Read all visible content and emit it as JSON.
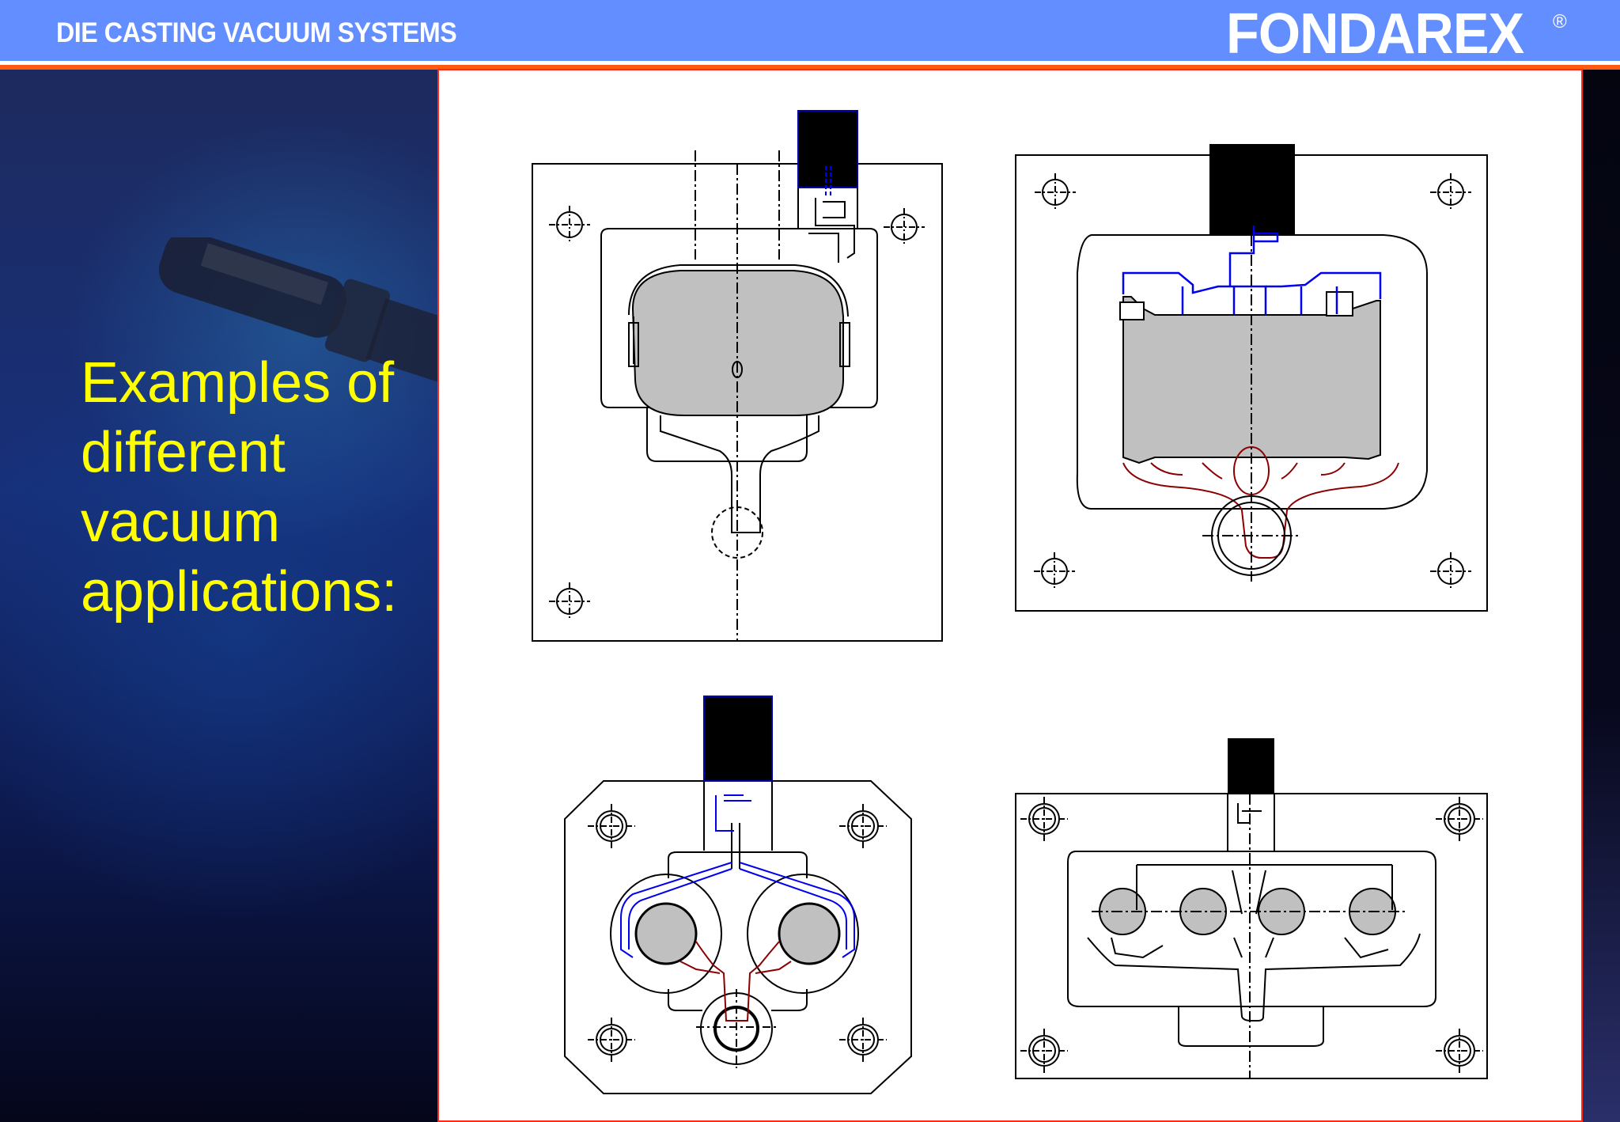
{
  "header": {
    "title": "DIE CASTING VACUUM SYSTEMS",
    "brand": "FONDAREX",
    "brand_mark": "®",
    "colors": {
      "bar": "#638eff",
      "accent_line": "#ff5a10",
      "text": "#ffffff"
    }
  },
  "sidebar": {
    "headline_lines": [
      "Examples of",
      "different",
      "vacuum",
      "applications:"
    ],
    "headline_color": "#ffff00",
    "background_image": "vacuum-valve-tool-photo"
  },
  "panel": {
    "border_color": "#ff2a1a",
    "drawings": [
      {
        "id": "drawing-1",
        "position": "top-left",
        "description": "Single rounded-square cavity with vacuum valve top-right",
        "casting_fill": "#c0c0c0"
      },
      {
        "id": "drawing-2",
        "position": "top-right",
        "description": "Wide rectangular cavity with blue vacuum channels above and red gating below",
        "casting_fill": "#c0c0c0"
      },
      {
        "id": "drawing-3",
        "position": "bottom-left",
        "description": "Two round cavities on octagonal die plate with blue vacuum runners",
        "casting_fill": "#c0c0c0"
      },
      {
        "id": "drawing-4",
        "position": "bottom-right",
        "description": "Four round cavities in a row with central vacuum valve",
        "casting_fill": "#c0c0c0"
      }
    ],
    "line_colors": {
      "outline": "#000000",
      "vacuum": "#0000ee",
      "gating": "#8b0000"
    }
  }
}
